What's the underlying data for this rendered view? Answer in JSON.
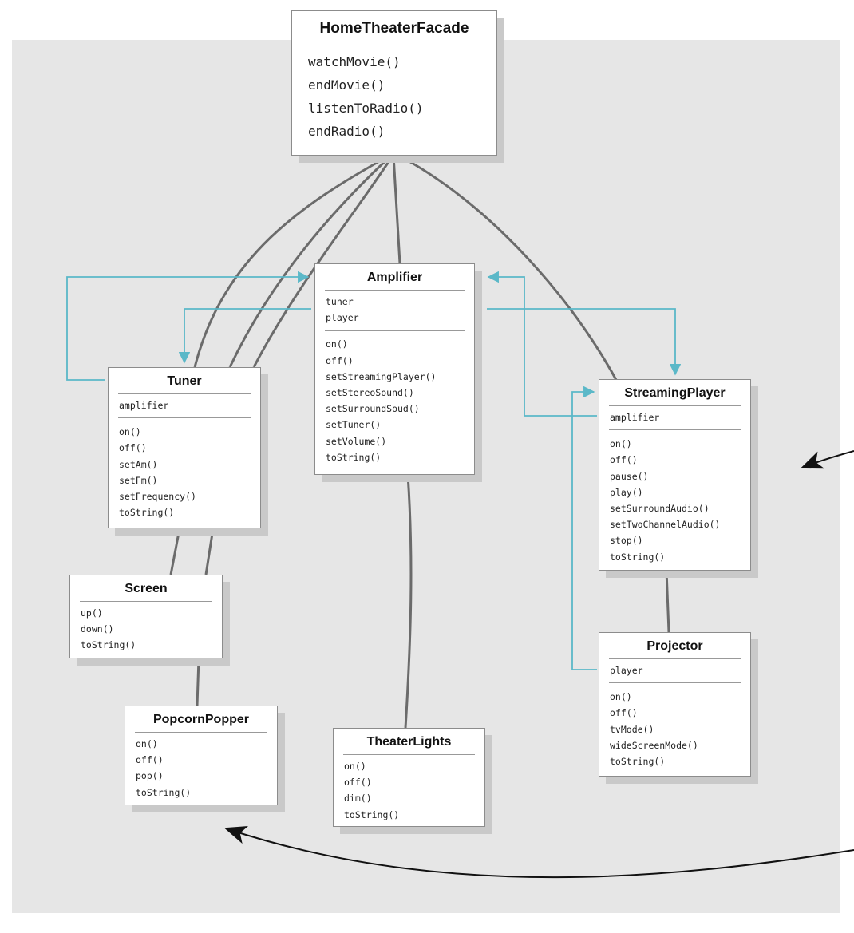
{
  "classes": {
    "facade": {
      "name": "HomeTheaterFacade",
      "attributes": [],
      "methods": [
        "watchMovie()",
        "endMovie()",
        "listenToRadio()",
        "endRadio()"
      ]
    },
    "amplifier": {
      "name": "Amplifier",
      "attributes": [
        "tuner",
        "player"
      ],
      "methods": [
        "on()",
        "off()",
        "setStreamingPlayer()",
        "setStereoSound()",
        "setSurroundSoud()",
        "setTuner()",
        "setVolume()",
        "toString()"
      ]
    },
    "tuner": {
      "name": "Tuner",
      "attributes": [
        "amplifier"
      ],
      "methods": [
        "on()",
        "off()",
        "setAm()",
        "setFm()",
        "setFrequency()",
        "toString()"
      ]
    },
    "streaming": {
      "name": "StreamingPlayer",
      "attributes": [
        "amplifier"
      ],
      "methods": [
        "on()",
        "off()",
        "pause()",
        "play()",
        "setSurroundAudio()",
        "setTwoChannelAudio()",
        "stop()",
        "toString()"
      ]
    },
    "screen": {
      "name": "Screen",
      "attributes": [],
      "methods": [
        "up()",
        "down()",
        "toString()"
      ]
    },
    "popcorn": {
      "name": "PopcornPopper",
      "attributes": [],
      "methods": [
        "on()",
        "off()",
        "pop()",
        "toString()"
      ]
    },
    "lights": {
      "name": "TheaterLights",
      "attributes": [],
      "methods": [
        "on()",
        "off()",
        "dim()",
        "toString()"
      ]
    },
    "projector": {
      "name": "Projector",
      "attributes": [
        "player"
      ],
      "methods": [
        "on()",
        "off()",
        "tvMode()",
        "wideScreenMode()",
        "toString()"
      ]
    }
  },
  "colors": {
    "panel": "#e6e6e6",
    "association": "#6b6b6b",
    "reference": "#5bb8c8",
    "pointer": "#111111"
  }
}
